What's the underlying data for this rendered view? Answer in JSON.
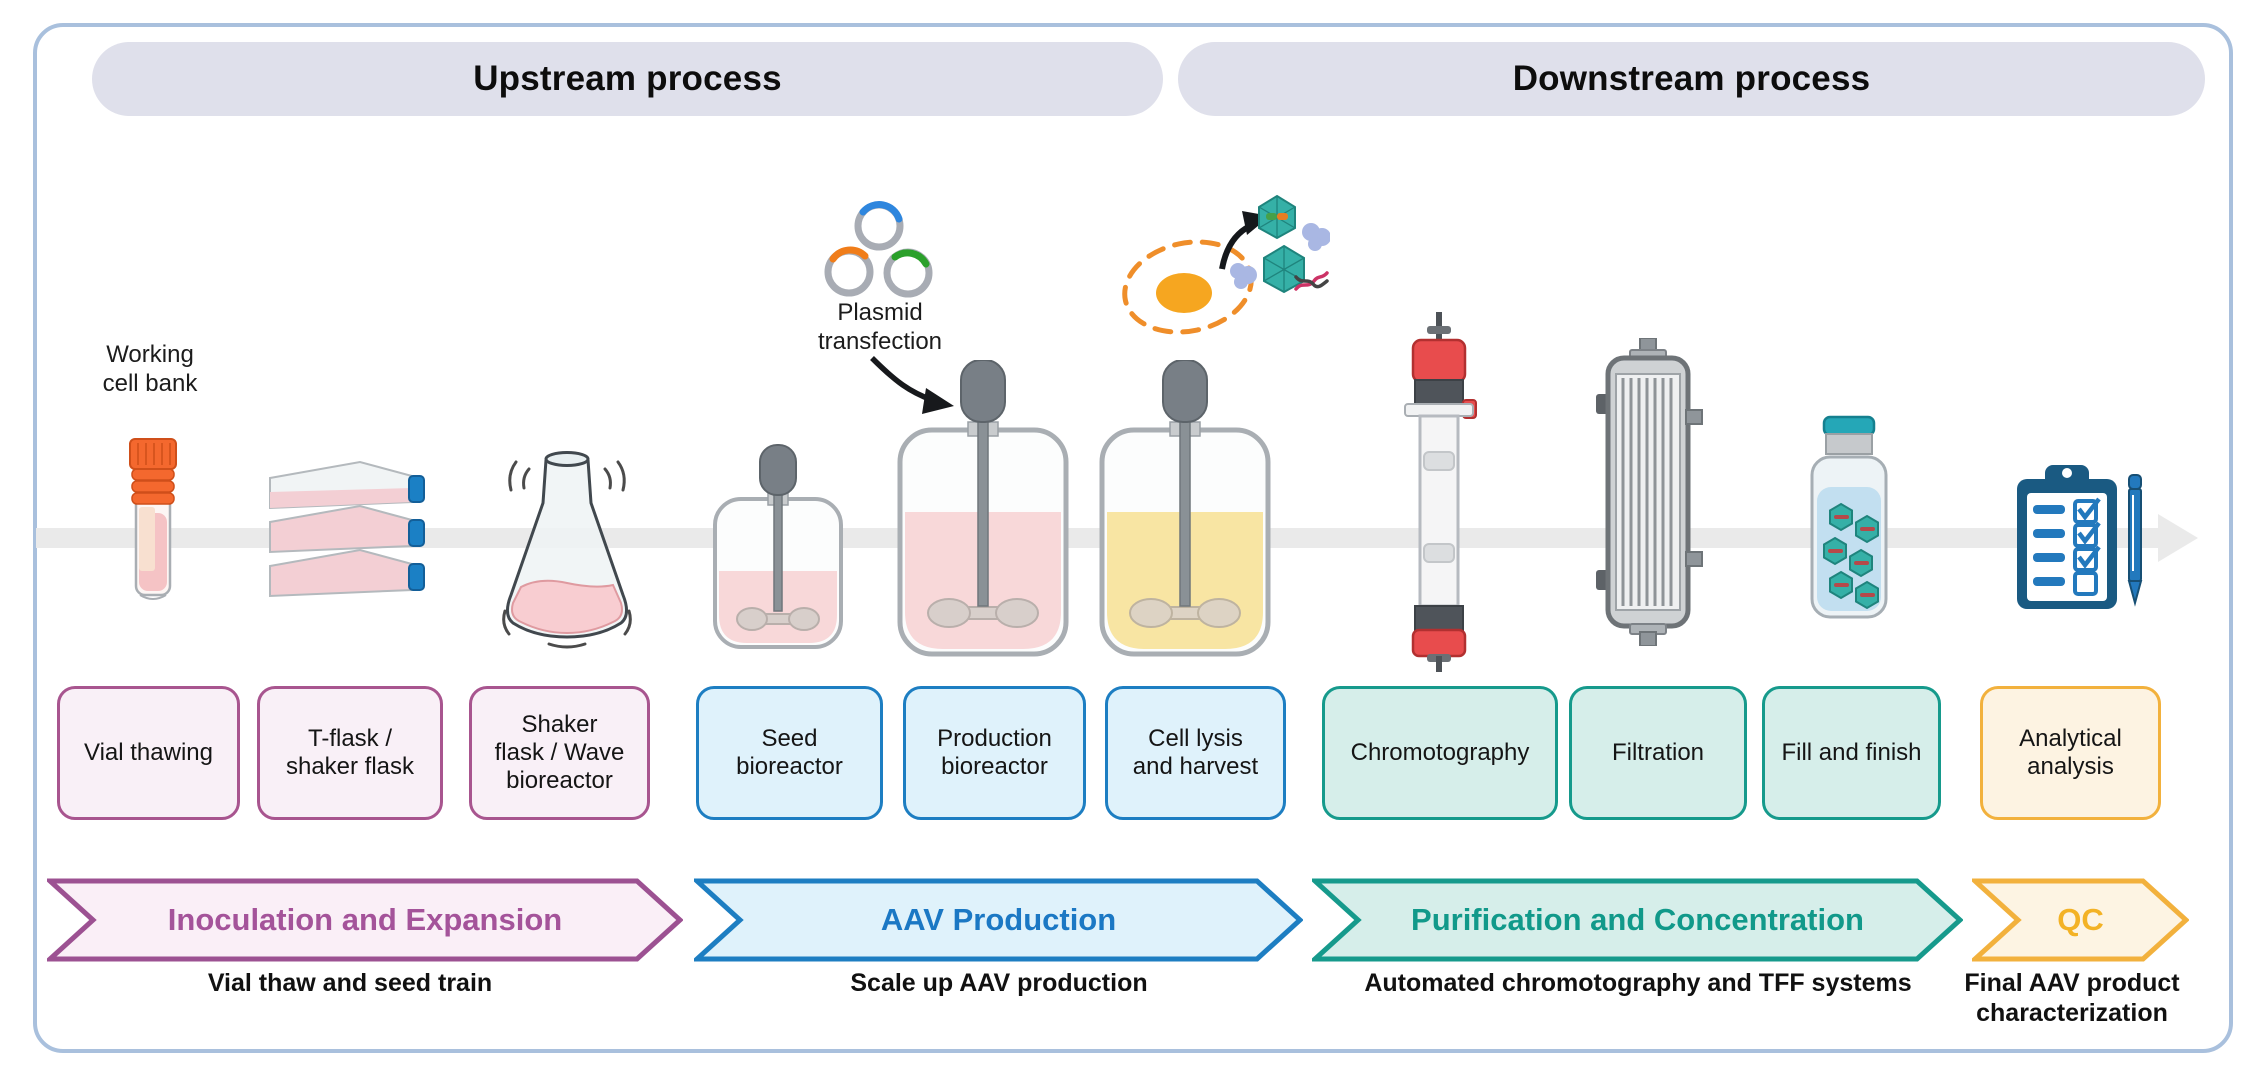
{
  "headers": {
    "upstream": "Upstream process",
    "downstream": "Downstream process"
  },
  "annotations": {
    "working_cell_bank": "Working\ncell bank",
    "plasmid_transfection": "Plasmid\ntransfection"
  },
  "steps": [
    {
      "label": "Vial thawing",
      "group": "inoculation"
    },
    {
      "label": "T-flask /\nshaker flask",
      "group": "inoculation"
    },
    {
      "label": "Shaker\nflask / Wave\nbioreactor",
      "group": "inoculation"
    },
    {
      "label": "Seed\nbioreactor",
      "group": "aav-production"
    },
    {
      "label": "Production\nbioreactor",
      "group": "aav-production"
    },
    {
      "label": "Cell lysis\nand harvest",
      "group": "aav-production"
    },
    {
      "label": "Chromotography",
      "group": "purification"
    },
    {
      "label": "Filtration",
      "group": "purification"
    },
    {
      "label": "Fill and finish",
      "group": "purification"
    },
    {
      "label": "Analytical\nanalysis",
      "group": "qc"
    }
  ],
  "phases": [
    {
      "label": "Inoculation and Expansion",
      "caption": "Vial thaw and seed train"
    },
    {
      "label": "AAV Production",
      "caption": "Scale up AAV production"
    },
    {
      "label": "Purification and Concentration",
      "caption": "Automated chromotography and TFF systems"
    },
    {
      "label": "QC",
      "caption": "Final AAV product\ncharacterization"
    }
  ],
  "icons": [
    "cryovial-icon",
    "t-flask-stack-icon",
    "shaker-flask-icon",
    "seed-bioreactor-icon",
    "plasmids-icon",
    "transfection-arrow-icon",
    "production-bioreactor-icon",
    "cell-lysis-icon",
    "harvest-bioreactor-icon",
    "chromatography-column-icon",
    "tff-filter-icon",
    "fill-finish-vial-icon",
    "qc-clipboard-icon",
    "pen-icon",
    "timeline-arrow-icon"
  ],
  "colors": {
    "frame_border": "#a9c0dd",
    "header_pill_bg": "#dfe0eb",
    "timeline_gray": "#eaeaea",
    "inoculation_border": "#a8558f",
    "inoculation_fill": "#f9f0f7",
    "inoculation_text": "#a4539a",
    "production_border": "#1d7ec2",
    "production_fill": "#dff2fb",
    "production_text": "#1b78c4",
    "purification_border": "#169a8c",
    "purification_fill": "#d6eeea",
    "purification_text": "#11998a",
    "qc_border": "#f2b13d",
    "qc_fill": "#fdf3e2",
    "qc_text": "#f3b225",
    "vial_cap_orange": "#f4682e",
    "liquid_pink": "#f8d8d9",
    "liquid_yellow": "#f8e5a3",
    "capsid_teal": "#35b0a7",
    "clipboard_navy": "#1a5a82",
    "pen_blue": "#2379bd",
    "chromatography_red": "#e84c4d"
  }
}
